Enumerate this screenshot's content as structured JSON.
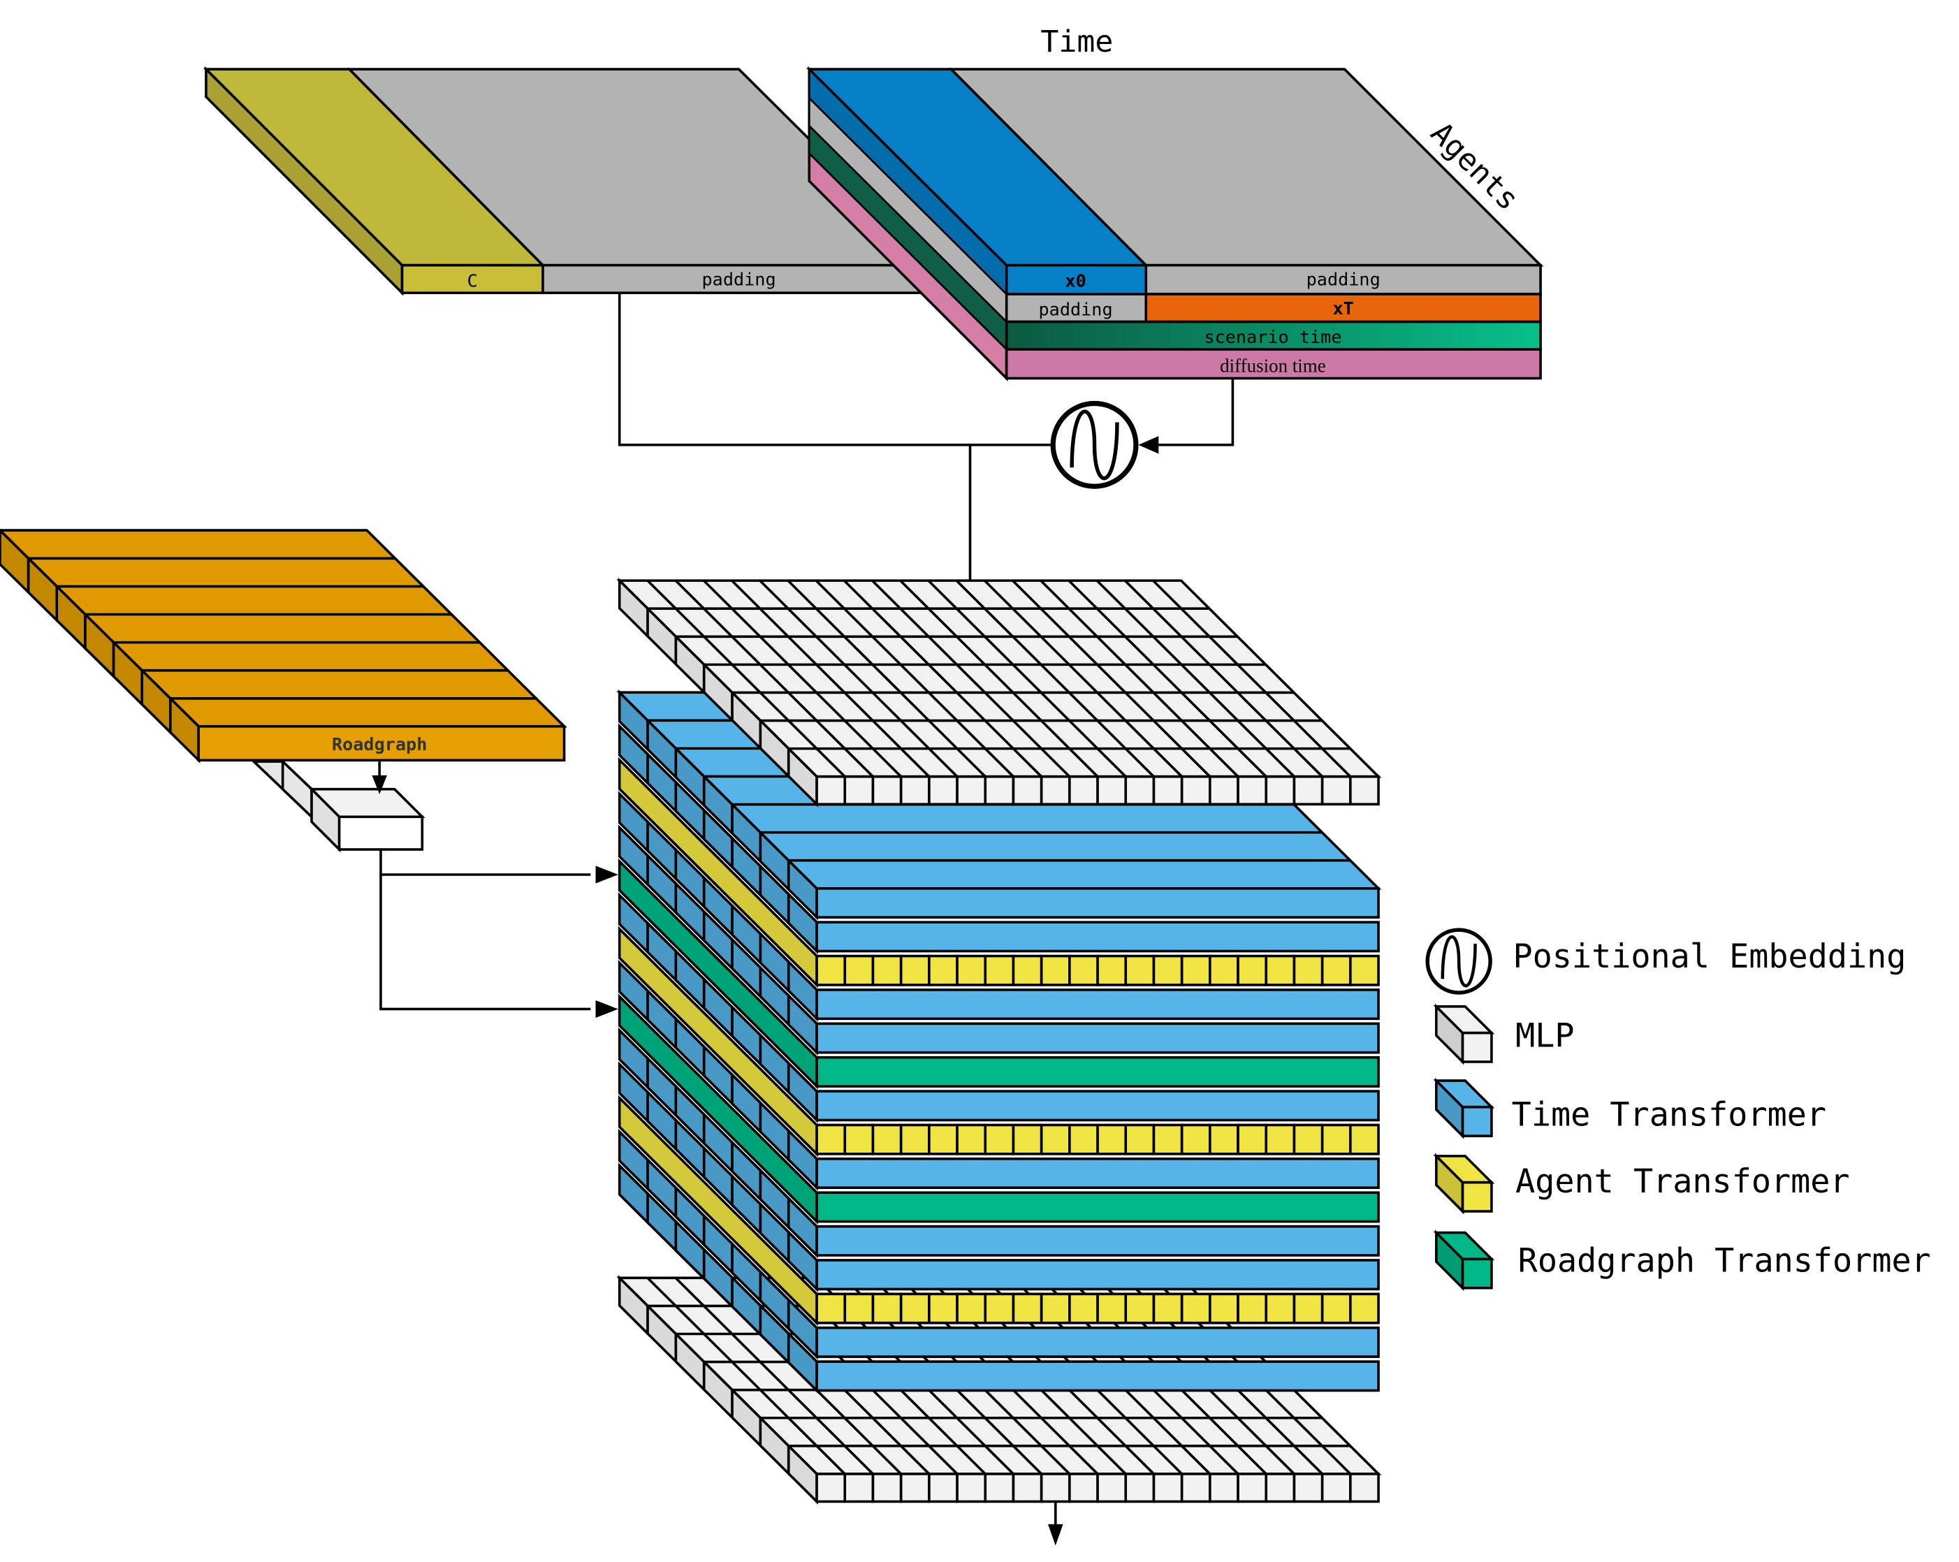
{
  "axes": {
    "time": "Time",
    "agents": "Agents"
  },
  "context_block": {
    "c_label": "C",
    "padding_label": "padding"
  },
  "agent_block": {
    "x0_label": "x0",
    "padding_right_label": "padding",
    "padding_left_label": "padding",
    "xt_label": "xT",
    "scenario_time_label": "scenario time",
    "diffusion_time_label": "diffusion time"
  },
  "roadgraph": {
    "label": "Roadgraph"
  },
  "legend": {
    "positional_embedding": "Positional Embedding",
    "mlp": "MLP",
    "time_transformer": "Time Transformer",
    "agent_transformer": "Agent Transformer",
    "roadgraph_transformer": "Roadgraph Transformer"
  },
  "stack_layers": [
    "time",
    "time",
    "agent",
    "time",
    "time",
    "roadgraph",
    "time",
    "agent",
    "time",
    "roadgraph",
    "time",
    "time",
    "agent",
    "time",
    "time"
  ],
  "colors": {
    "context_c": "#bfb738",
    "padding": "#b3b3b3",
    "x0": "#0580c6",
    "xt": "#e8650a",
    "scenario_time": "#07b886",
    "diffusion_time": "#cc79a7",
    "roadgraph": "#e69f00",
    "time_transformer": "#56b4e9",
    "agent_transformer": "#f0e442",
    "roadgraph_transformer": "#00b887",
    "mlp": "#f2f2f2"
  }
}
